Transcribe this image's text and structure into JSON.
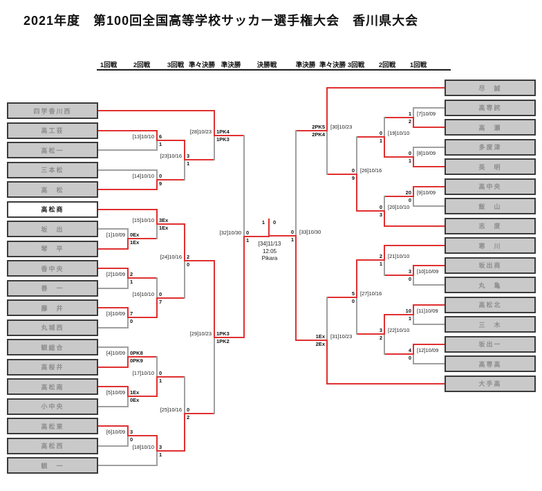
{
  "title": "2021年度　第100回全国高等学校サッカー選手権大会　香川県大会",
  "round_headers": [
    "1回戦",
    "2回戦",
    "3回戦",
    "準々決勝",
    "準決勝",
    "決勝戦",
    "準決勝",
    "準々決勝",
    "3回戦",
    "2回戦",
    "1回戦"
  ],
  "teams": {
    "left": [
      {
        "name": "四学香川西"
      },
      {
        "name": "高工芸"
      },
      {
        "name": "高松一"
      },
      {
        "name": "三本松"
      },
      {
        "name": "高　松"
      },
      {
        "name": "高松商",
        "champion": true
      },
      {
        "name": "坂　出"
      },
      {
        "name": "琴　平"
      },
      {
        "name": "香中央"
      },
      {
        "name": "善　一"
      },
      {
        "name": "藤　井"
      },
      {
        "name": "丸城西"
      },
      {
        "name": "観総合"
      },
      {
        "name": "高桜井"
      },
      {
        "name": "高松南"
      },
      {
        "name": "小中央"
      },
      {
        "name": "高松東"
      },
      {
        "name": "高松西"
      },
      {
        "name": "観　一"
      }
    ],
    "right": [
      {
        "name": "尽　誠"
      },
      {
        "name": "高専詫"
      },
      {
        "name": "高　瀬"
      },
      {
        "name": "多度津"
      },
      {
        "name": "英　明"
      },
      {
        "name": "高中央"
      },
      {
        "name": "飯　山"
      },
      {
        "name": "志　度"
      },
      {
        "name": "寒　川"
      },
      {
        "name": "坂出商"
      },
      {
        "name": "丸　亀"
      },
      {
        "name": "高松北"
      },
      {
        "name": "三　木"
      },
      {
        "name": "坂出一"
      },
      {
        "name": "高専高"
      },
      {
        "name": "大手高"
      }
    ]
  },
  "matches": [
    {
      "n": 1,
      "label": "[1]10/09",
      "side": "L",
      "col": "r1",
      "top": {
        "team": 6
      },
      "bot": {
        "team": 7
      },
      "scores": [
        "0Ex",
        "1Ex"
      ],
      "winner": "bot"
    },
    {
      "n": 2,
      "label": "[2]10/09",
      "side": "L",
      "col": "r1",
      "top": {
        "team": 8
      },
      "bot": {
        "team": 9
      },
      "scores": [
        "2",
        "1"
      ],
      "winner": "top"
    },
    {
      "n": 3,
      "label": "[3]10/09",
      "side": "L",
      "col": "r1",
      "top": {
        "team": 10
      },
      "bot": {
        "team": 11
      },
      "scores": [
        "7",
        "0"
      ],
      "winner": "top"
    },
    {
      "n": 4,
      "label": "[4]10/09",
      "side": "L",
      "col": "r1",
      "top": {
        "team": 12
      },
      "bot": {
        "team": 13
      },
      "scores": [
        "0PK8",
        "0PK9"
      ],
      "winner": "bot"
    },
    {
      "n": 5,
      "label": "[5]10/09",
      "side": "L",
      "col": "r1",
      "top": {
        "team": 14
      },
      "bot": {
        "team": 15
      },
      "scores": [
        "1Ex",
        "0Ex"
      ],
      "winner": "top"
    },
    {
      "n": 6,
      "label": "[6]10/09",
      "side": "L",
      "col": "r1",
      "top": {
        "team": 16
      },
      "bot": {
        "team": 17
      },
      "scores": [
        "3",
        "0"
      ],
      "winner": "top"
    },
    {
      "n": 7,
      "label": "[7]10/09",
      "side": "R",
      "col": "r1",
      "top": {
        "team": 1
      },
      "bot": {
        "team": 2
      },
      "scores": [
        "1",
        "2"
      ],
      "winner": "bot"
    },
    {
      "n": 8,
      "label": "[8]10/09",
      "side": "R",
      "col": "r1",
      "top": {
        "team": 3
      },
      "bot": {
        "team": 4
      },
      "scores": [
        "0",
        "1"
      ],
      "winner": "bot"
    },
    {
      "n": 9,
      "label": "[9]10/09",
      "side": "R",
      "col": "r1",
      "top": {
        "team": 5
      },
      "bot": {
        "team": 6
      },
      "scores": [
        "20",
        "0"
      ],
      "winner": "top"
    },
    {
      "n": 10,
      "label": "[10]10/09",
      "side": "R",
      "col": "r1",
      "top": {
        "team": 9
      },
      "bot": {
        "team": 10
      },
      "scores": [
        "3",
        "0"
      ],
      "winner": "top"
    },
    {
      "n": 11,
      "label": "[11]10/09",
      "side": "R",
      "col": "r1",
      "top": {
        "team": 11
      },
      "bot": {
        "team": 12
      },
      "scores": [
        "10",
        "1"
      ],
      "winner": "top"
    },
    {
      "n": 12,
      "label": "[12]10/09",
      "side": "R",
      "col": "r1",
      "top": {
        "team": 13
      },
      "bot": {
        "team": 14
      },
      "scores": [
        "4",
        "0"
      ],
      "winner": "top"
    },
    {
      "n": 13,
      "label": "[13]10/10",
      "side": "L",
      "col": "r2",
      "top": {
        "team": 1
      },
      "bot": {
        "team": 2
      },
      "scores": [
        "6",
        "1"
      ],
      "winner": "top"
    },
    {
      "n": 14,
      "label": "[14]10/10",
      "side": "L",
      "col": "r2",
      "top": {
        "team": 3
      },
      "bot": {
        "team": 4
      },
      "scores": [
        "0",
        "9"
      ],
      "winner": "bot"
    },
    {
      "n": 15,
      "label": "[15]10/10",
      "side": "L",
      "col": "r2",
      "top": {
        "team": 5
      },
      "bot": {
        "match": 1
      },
      "scores": [
        "3Ex",
        "1Ex"
      ],
      "winner": "top"
    },
    {
      "n": 16,
      "label": "[16]10/10",
      "side": "L",
      "col": "r2",
      "top": {
        "match": 2
      },
      "bot": {
        "match": 3
      },
      "scores": [
        "0",
        "7"
      ],
      "winner": "bot"
    },
    {
      "n": 17,
      "label": "[17]10/10",
      "side": "L",
      "col": "r2",
      "top": {
        "match": 4
      },
      "bot": {
        "match": 5
      },
      "scores": [
        "0",
        "1"
      ],
      "winner": "bot"
    },
    {
      "n": 18,
      "label": "[18]10/10",
      "side": "L",
      "col": "r2",
      "top": {
        "match": 6
      },
      "bot": {
        "team": 18
      },
      "scores": [
        "3",
        "1"
      ],
      "winner": "top"
    },
    {
      "n": 19,
      "label": "[19]10/10",
      "side": "R",
      "col": "r2",
      "top": {
        "match": 7
      },
      "bot": {
        "match": 8
      },
      "scores": [
        "0",
        "1"
      ],
      "winner": "bot"
    },
    {
      "n": 20,
      "label": "[20]10/10",
      "side": "R",
      "col": "r2",
      "top": {
        "match": 9
      },
      "bot": {
        "team": 7
      },
      "scores": [
        "0",
        "3"
      ],
      "winner": "bot"
    },
    {
      "n": 21,
      "label": "[21]10/10",
      "side": "R",
      "col": "r2",
      "top": {
        "team": 8
      },
      "bot": {
        "match": 10
      },
      "scores": [
        "2",
        "1"
      ],
      "winner": "top"
    },
    {
      "n": 22,
      "label": "[22]10/10",
      "side": "R",
      "col": "r2",
      "top": {
        "match": 11
      },
      "bot": {
        "match": 12
      },
      "scores": [
        "3",
        "2"
      ],
      "winner": "top"
    },
    {
      "n": 23,
      "label": "[23]10/16",
      "side": "L",
      "col": "r3",
      "top": {
        "match": 13
      },
      "bot": {
        "match": 14
      },
      "scores": [
        "3",
        "1"
      ],
      "winner": "top"
    },
    {
      "n": 24,
      "label": "[24]10/16",
      "side": "L",
      "col": "r3",
      "top": {
        "match": 15
      },
      "bot": {
        "match": 16
      },
      "scores": [
        "2",
        "0"
      ],
      "winner": "top"
    },
    {
      "n": 25,
      "label": "[25]10/16",
      "side": "L",
      "col": "r3",
      "top": {
        "match": 17
      },
      "bot": {
        "match": 18
      },
      "scores": [
        "0",
        "2"
      ],
      "winner": "bot"
    },
    {
      "n": 26,
      "label": "[26]10/16",
      "side": "R",
      "col": "r3",
      "top": {
        "match": 19
      },
      "bot": {
        "match": 20
      },
      "scores": [
        "0",
        "9"
      ],
      "winner": "bot"
    },
    {
      "n": 27,
      "label": "[27]10/16",
      "side": "R",
      "col": "r3",
      "top": {
        "match": 21
      },
      "bot": {
        "match": 22
      },
      "scores": [
        "5",
        "0"
      ],
      "winner": "top"
    },
    {
      "n": 28,
      "label": "[28]10/23",
      "side": "L",
      "col": "qf",
      "top": {
        "team": 0
      },
      "bot": {
        "match": 23
      },
      "scores": [
        "1PK4",
        "1PK3"
      ],
      "winner": "top"
    },
    {
      "n": 29,
      "label": "[29]10/23",
      "side": "L",
      "col": "qf",
      "top": {
        "match": 24
      },
      "bot": {
        "match": 25
      },
      "scores": [
        "1PK3",
        "1PK2"
      ],
      "winner": "top"
    },
    {
      "n": 30,
      "label": "[30]10/23",
      "side": "R",
      "col": "qf",
      "top": {
        "team": 0
      },
      "bot": {
        "match": 26
      },
      "scores": [
        "2PK5",
        "2PK4"
      ],
      "winner": "top"
    },
    {
      "n": 31,
      "label": "[31]10/23",
      "side": "R",
      "col": "qf",
      "top": {
        "match": 27
      },
      "bot": {
        "team": 15
      },
      "scores": [
        "1Ex",
        "2Ex"
      ],
      "winner": "bot"
    },
    {
      "n": 32,
      "label": "[32]10/30",
      "side": "L",
      "col": "sf",
      "top": {
        "match": 28
      },
      "bot": {
        "match": 29
      },
      "scores": [
        "0",
        "1"
      ],
      "winner": "bot"
    },
    {
      "n": 33,
      "label": "[33]10/30",
      "side": "R",
      "col": "sf",
      "top": {
        "match": 30
      },
      "bot": {
        "match": 31
      },
      "scores": [
        "0",
        "1"
      ],
      "winner": "bot"
    }
  ],
  "final": {
    "label": "[34]11/13",
    "time": "12:05",
    "venue": "Pikara",
    "score_left": "1",
    "score_right": "0",
    "winner": "left"
  }
}
